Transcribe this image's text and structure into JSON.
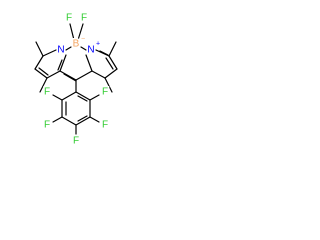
{
  "molecule": {
    "atom_labels": {
      "fluorine": "F",
      "boron": "B",
      "nitrogen": "N"
    },
    "charges": {
      "boron": "−",
      "nitrogen": "+"
    },
    "colors": {
      "bond": "#000000",
      "fluorine": "#33cc33",
      "boron": "#f4a460",
      "nitrogen": "#0000ff"
    }
  }
}
